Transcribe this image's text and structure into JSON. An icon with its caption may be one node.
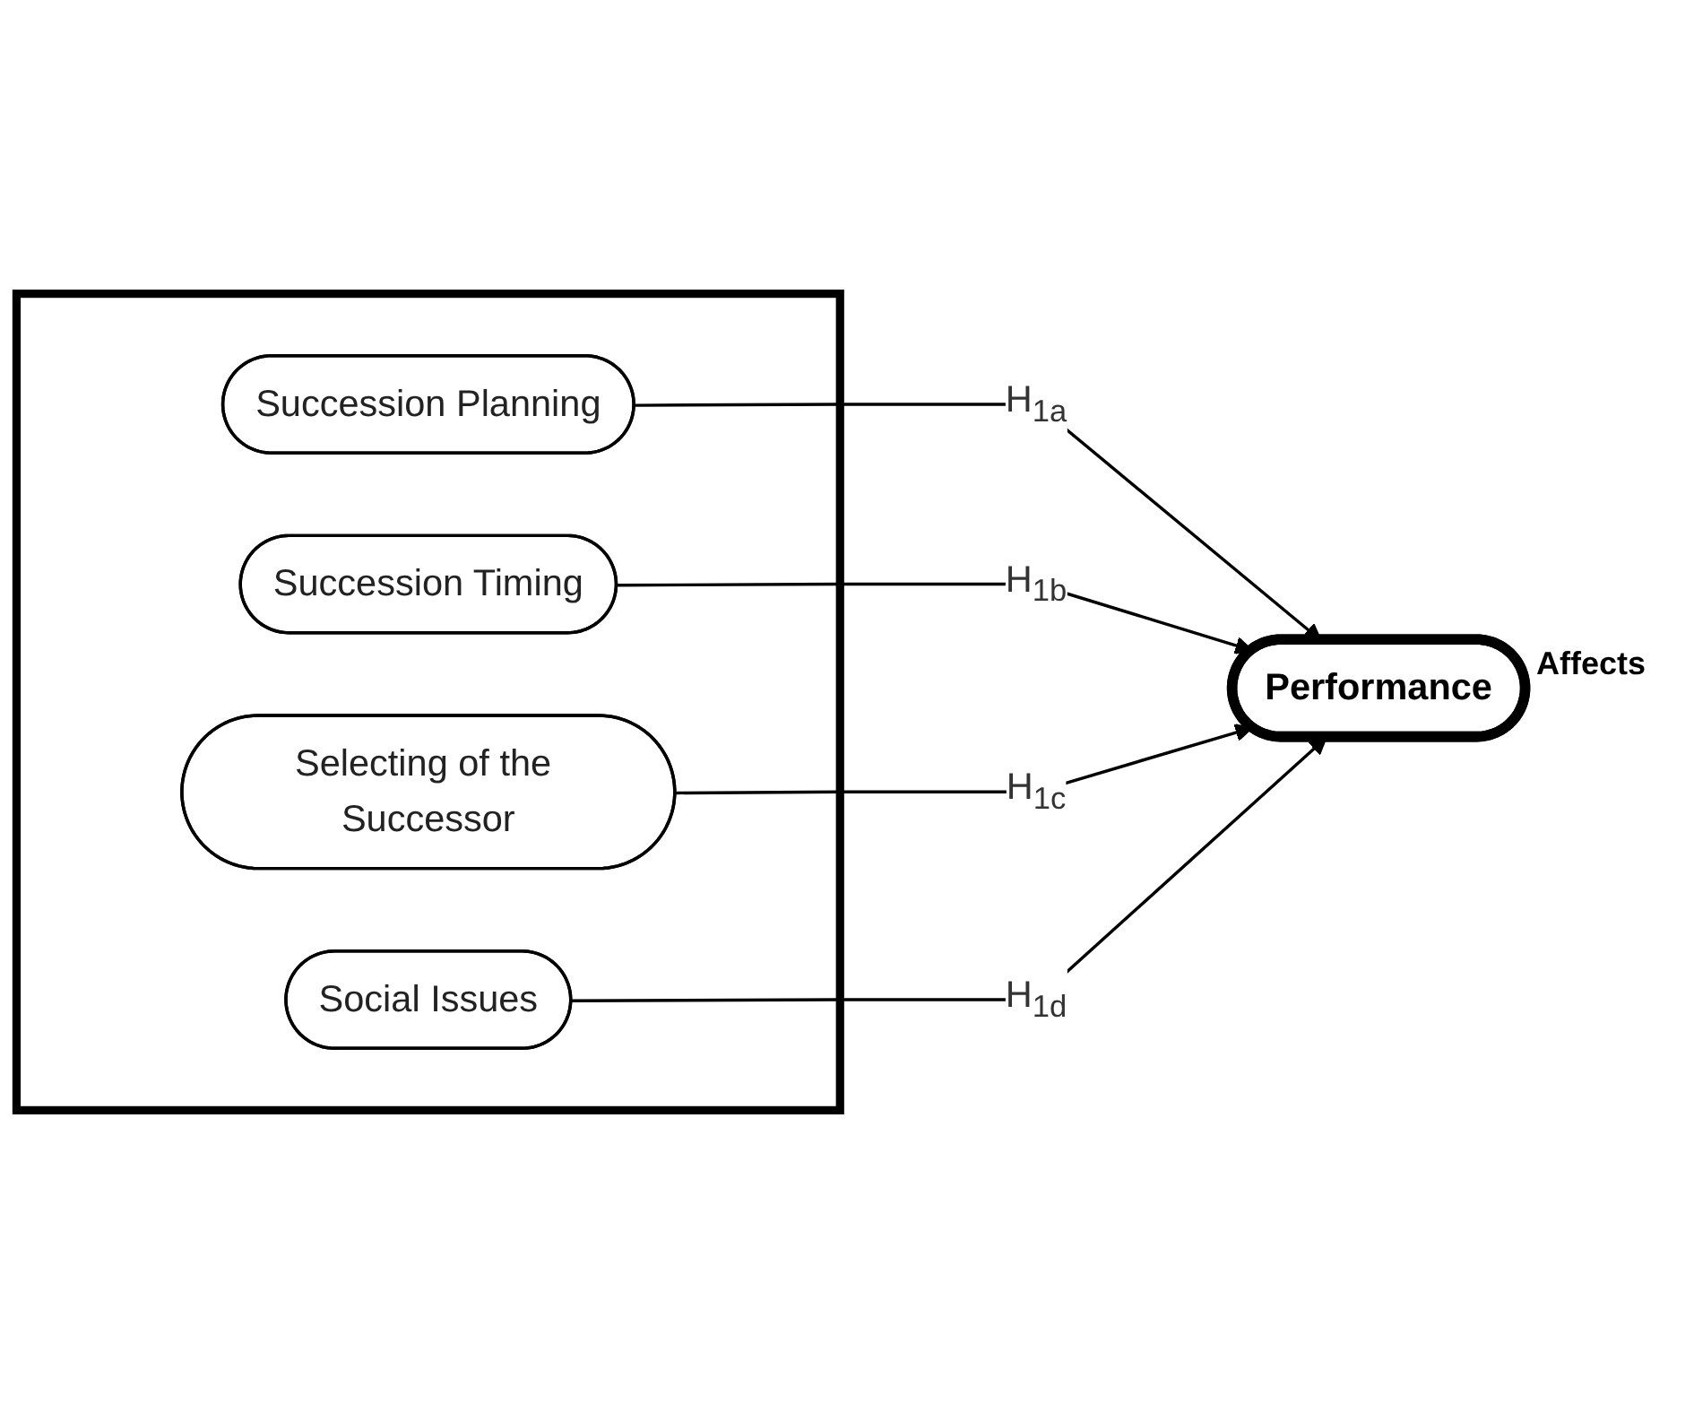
{
  "diagram": {
    "nodes": [
      {
        "text": [],
        "shape": "box"
      },
      {
        "text": [
          "Succession Planning"
        ],
        "in": 0
      },
      {
        "text": [
          "Succession Timing"
        ],
        "in": 0
      },
      {
        "text": [
          "Selecting of the Successor"
        ],
        "in": 0
      },
      {
        "text": [
          "Social Issues"
        ],
        "in": 0
      },
      {
        "text": [
          "Performance"
        ]
      }
    ],
    "edges": [
      {
        "from": 1,
        "to": 5,
        "arrow": "to",
        "label": "H$_{1a}$"
      },
      {
        "from": 2,
        "to": 5,
        "arrow": "to",
        "label": "H$_{1b}$"
      },
      {
        "from": 3,
        "to": 5,
        "arrow": "to",
        "label": "H$_{1c}$"
      },
      {
        "from": 4,
        "to": 5,
        "arrow": "to",
        "label": "H$_{1d}$"
      }
    ],
    "labels": [
      "Affects"
    ]
  }
}
